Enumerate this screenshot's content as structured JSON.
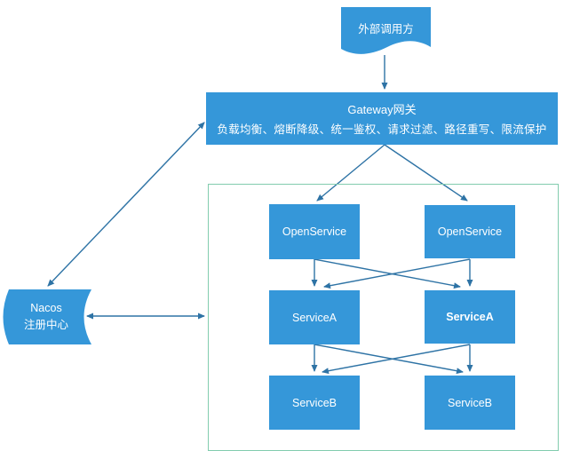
{
  "diagram": {
    "external_caller": {
      "label": "外部调用方"
    },
    "gateway": {
      "title": "Gateway网关",
      "subtitle": "负载均衡、熔断降级、统一鉴权、请求过滤、路径重写、限流保护"
    },
    "nacos": {
      "name": "Nacos",
      "role": "注册中心"
    },
    "cluster": {
      "open_service_left": "OpenService",
      "open_service_right": "OpenService",
      "service_a_left": "ServiceA",
      "service_a_right": "ServiceA",
      "service_b_left": "ServiceB",
      "service_b_right": "ServiceB"
    },
    "edges": [
      {
        "from": "external-caller",
        "to": "gateway",
        "arrows": "end"
      },
      {
        "from": "gateway",
        "to": "nacos",
        "arrows": "both"
      },
      {
        "from": "nacos",
        "to": "service-cluster",
        "arrows": "both"
      },
      {
        "from": "gateway",
        "to": "open-service-left",
        "arrows": "end"
      },
      {
        "from": "gateway",
        "to": "open-service-right",
        "arrows": "end"
      },
      {
        "from": "open-service-left",
        "to": "service-a-left",
        "arrows": "end"
      },
      {
        "from": "open-service-left",
        "to": "service-a-right",
        "arrows": "end"
      },
      {
        "from": "open-service-right",
        "to": "service-a-left",
        "arrows": "end"
      },
      {
        "from": "open-service-right",
        "to": "service-a-right",
        "arrows": "end"
      },
      {
        "from": "service-a-left",
        "to": "service-b-left",
        "arrows": "end"
      },
      {
        "from": "service-a-left",
        "to": "service-b-right",
        "arrows": "end"
      },
      {
        "from": "service-a-right",
        "to": "service-b-left",
        "arrows": "end"
      },
      {
        "from": "service-a-right",
        "to": "service-b-right",
        "arrows": "end"
      }
    ],
    "colors": {
      "node_fill": "#3597d9",
      "arrow_line": "#2e73a5",
      "container_border": "#82ccae",
      "node_text": "#ffffff"
    }
  }
}
